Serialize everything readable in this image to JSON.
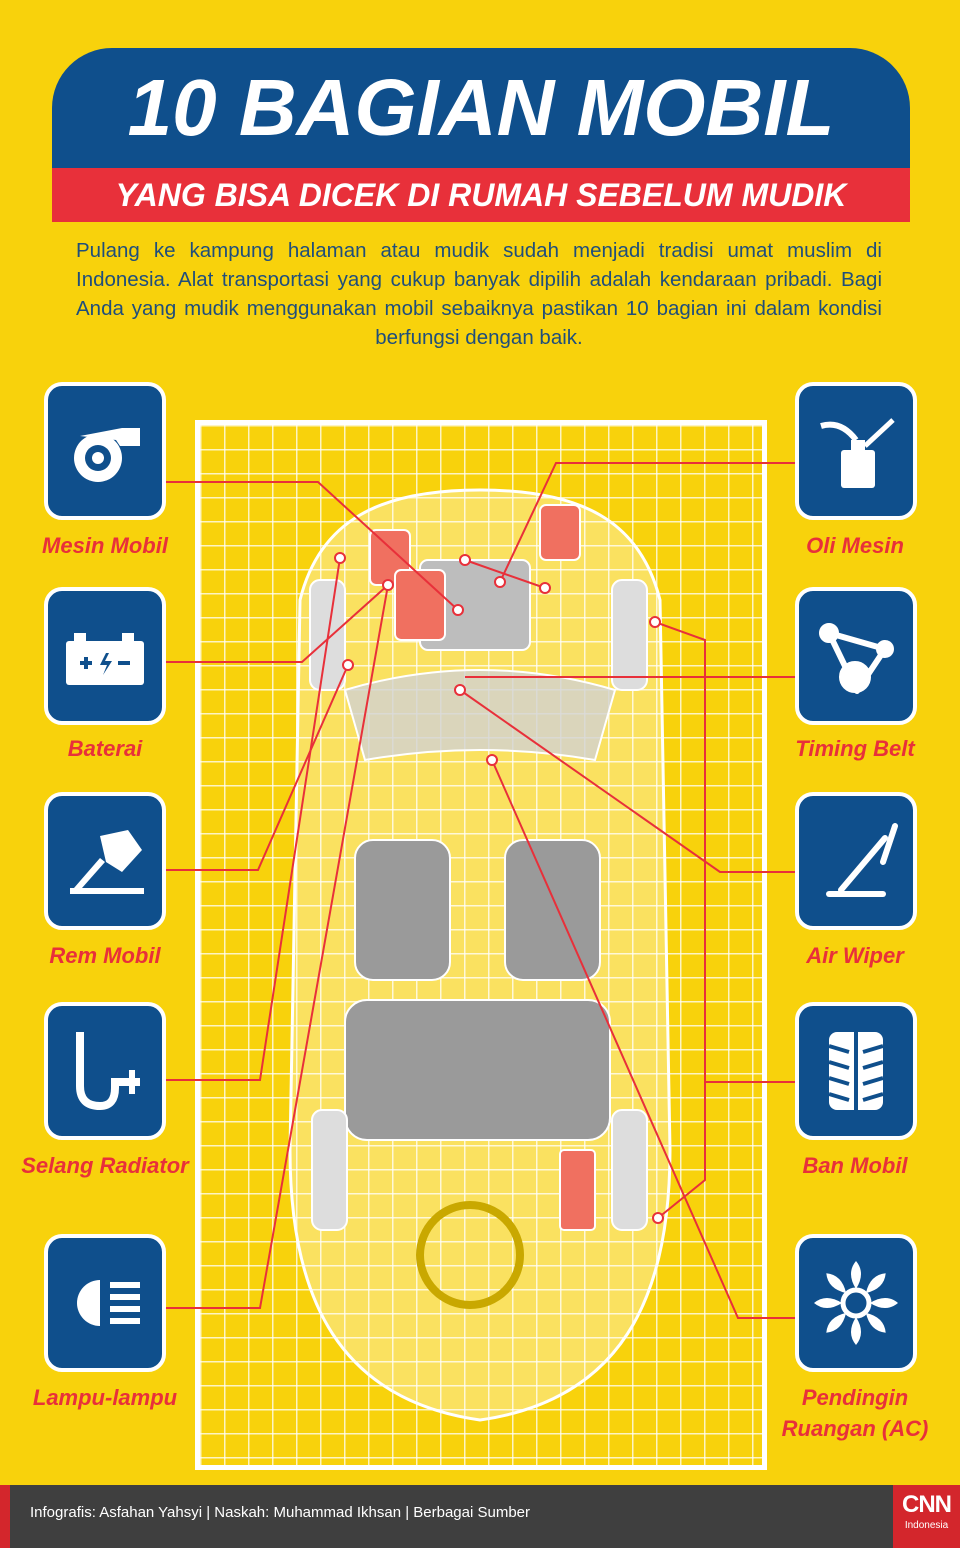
{
  "header": {
    "title": "10 BAGIAN MOBIL",
    "subtitle": "YANG BISA DICEK DI RUMAH SEBELUM MUDIK"
  },
  "intro": "Pulang ke kampung halaman atau mudik sudah menjadi tradisi umat muslim di Indonesia. Alat transportasi yang cukup banyak dipilih adalah kendaraan pribadi. Bagi Anda yang mudik menggunakan mobil sebaiknya pastikan 10 bagian ini dalam kondisi berfungsi dengan baik.",
  "parts_left": [
    {
      "label": "Mesin Mobil",
      "icon": "turbo-engine-icon"
    },
    {
      "label": "Baterai",
      "icon": "battery-icon"
    },
    {
      "label": "Rem Mobil",
      "icon": "brake-pedal-icon"
    },
    {
      "label": "Selang Radiator",
      "icon": "radiator-hose-icon"
    },
    {
      "label": "Lampu-lampu",
      "icon": "headlight-icon"
    }
  ],
  "parts_right": [
    {
      "label": "Oli Mesin",
      "icon": "oil-can-icon"
    },
    {
      "label": "Timing Belt",
      "icon": "timing-belt-icon"
    },
    {
      "label": "Air Wiper",
      "icon": "wiper-icon"
    },
    {
      "label": "Ban Mobil",
      "icon": "tire-icon"
    },
    {
      "label": "Pendingin Ruangan (AC)",
      "icon": "ac-fan-icon"
    }
  ],
  "footer": {
    "credit": "Infografis: Asfahan Yahsyi | Naskah: Muhammad Ikhsan | Berbagai Sumber",
    "logo_main": "CNN",
    "logo_sub": "Indonesia"
  },
  "colors": {
    "background": "#f8d20c",
    "blue": "#0f4f8c",
    "red": "#e8303a"
  }
}
